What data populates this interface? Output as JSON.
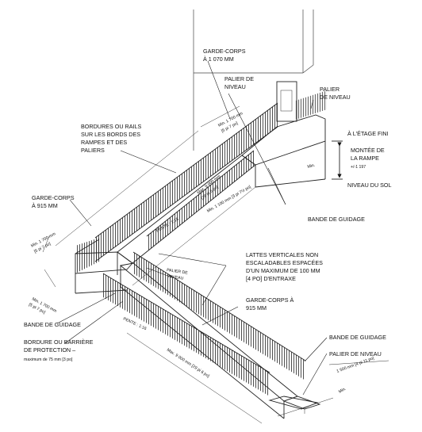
{
  "labels": {
    "garde_corps_1070": [
      "GARDE-CORPS",
      "À 1 070 MM"
    ],
    "palier_niveau_top": [
      "PALIER DE",
      "NIVEAU"
    ],
    "palier_niveau_right": [
      "PALIER",
      "DE NIVEAU"
    ],
    "etage_fini": "À L'ÉTAGE FINI",
    "montee_rampe": [
      "MONTÉE DE",
      "LA RAMPE",
      "+/-1 197"
    ],
    "niveau_sol": "NIVEAU DU SOL",
    "bordures_rails": [
      "BORDURES OU RAILS",
      "SUR LES BORDS DES",
      "RAMPES ET DES",
      "PALIERS"
    ],
    "garde_corps_915_left": [
      "GARDE-CORPS",
      "À 915 MM"
    ],
    "bande_guidage_right": "BANDE DE GUIDAGE",
    "lattes_verticales": [
      "LATTES VERTICALES  NON",
      "ESCALADABLES  ESPACÉES",
      "D'UN MAXIMUM DE 100 MM",
      "[4 PO] D'ENTRAXE"
    ],
    "palier_niveau_mid": [
      "PALIER DE",
      "NIVEAU"
    ],
    "garde_corps_915_right": [
      "GARDE-CORPS À",
      "915 MM"
    ],
    "bande_guidage_left": "BANDE DE GUIDAGE",
    "bordure_barriere": [
      "BORDURE OU BARRIÈRE",
      "DE PROTECTION  –",
      "maximum de 75 mm [3 po]"
    ],
    "bande_guidage_bottom": "BANDE DE GUIDAGE",
    "palier_niveau_bottom": "PALIER  DE NIVEAU"
  },
  "dimensions": {
    "min_1700_top": [
      "Min. 1 700 mm",
      "[5 pi 7 po]"
    ],
    "max_9000_upper": [
      "Max. 9 000 mm",
      "[29 pi 6 po]"
    ],
    "min_1100_upper": "Min. 1 100 mm [3 pi 7½ po]",
    "pente_upper": "PENTE : 1:15",
    "min_1700_left": [
      "Min. 1 700 mm",
      "[5 pi 7 po]"
    ],
    "min_1700_mid": [
      "Min. 1 700 mm",
      "[5 pi 7 po]"
    ],
    "pente_lower": "PENTE : 1:16",
    "max_9000_lower": "Max. 9 000 mm [29 pi 6 po]",
    "dim_1500": "1 500 mm [4 pi 11 po]",
    "min_small_right": "Min.",
    "min_small_bottom": "Min."
  },
  "colors": {
    "ink": "#111111",
    "line": "#222222"
  }
}
